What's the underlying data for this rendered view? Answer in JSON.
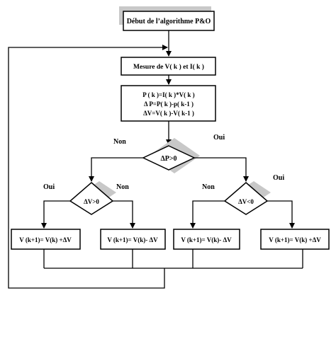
{
  "flowchart": {
    "start": "Début de l’algorithme P&O",
    "measure": "Mesure de V( k ) et I( k )",
    "compute": [
      "P ( k )=I( k )*V( k )",
      "Δ P=P( k )-p( k-1 )",
      "ΔV=V( k )-V( k-1 )"
    ],
    "decision_main": "ΔP>0",
    "decision_left": "ΔV>0",
    "decision_right": "ΔV<0",
    "labels": {
      "main_no": "Non",
      "main_yes": "Oui",
      "left_yes": "Oui",
      "left_no": "Non",
      "right_no": "Non",
      "right_yes": "Oui"
    },
    "outputs": [
      "V (k+1)= V(k) +ΔV",
      "V (k+1)= V(k)- ΔV",
      "V (k+1)= V(k)- ΔV",
      "V (k+1)= V(k) +ΔV"
    ]
  },
  "colors": {
    "shadow": "#c8c8c8",
    "line": "#000000"
  }
}
